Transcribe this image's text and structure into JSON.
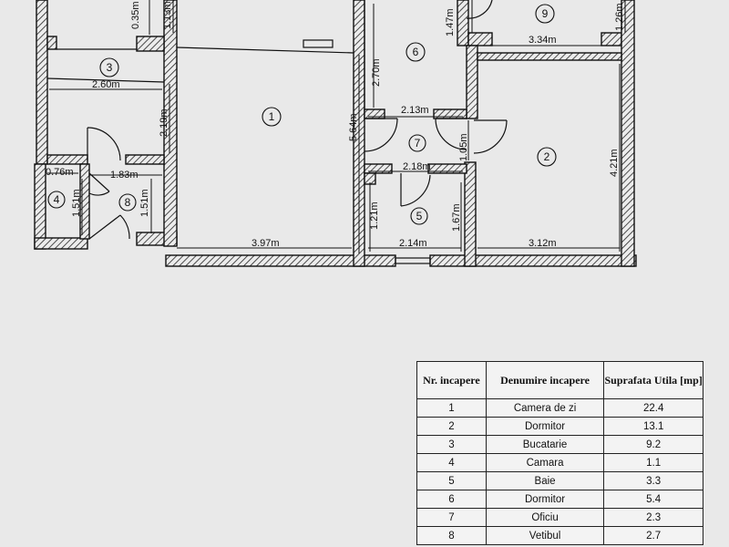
{
  "plan": {
    "dimensions": {
      "d035": "0.35m",
      "d113": "1.13m",
      "d147": "1.47m",
      "d126": "1.26m",
      "d334": "3.34m",
      "d270": "2.70m",
      "d260": "2.60m",
      "d219": "2.19m",
      "d564": "5.64m",
      "d213": "2.13m",
      "d105": "1.05m",
      "d218": "2.18m",
      "d421": "4.21m",
      "d076": "0.76m",
      "d183": "1.83m",
      "d151a": "1.51m",
      "d151b": "1.51m",
      "d121": "1.21m",
      "d167": "1.67m",
      "d397": "3.97m",
      "d214": "2.14m",
      "d312": "3.12m"
    },
    "rooms": [
      "1",
      "2",
      "3",
      "4",
      "5",
      "6",
      "7",
      "8",
      "9"
    ]
  },
  "table": {
    "headers": [
      "Nr. incapere",
      "Denumire incapere",
      "Suprafata Utila [mp]"
    ],
    "rows": [
      {
        "nr": "1",
        "name": "Camera de zi",
        "area": "22.4"
      },
      {
        "nr": "2",
        "name": "Dormitor",
        "area": "13.1"
      },
      {
        "nr": "3",
        "name": "Bucatarie",
        "area": "9.2"
      },
      {
        "nr": "4",
        "name": "Camara",
        "area": "1.1"
      },
      {
        "nr": "5",
        "name": "Baie",
        "area": "3.3"
      },
      {
        "nr": "6",
        "name": "Dormitor",
        "area": "5.4"
      },
      {
        "nr": "7",
        "name": "Oficiu",
        "area": "2.3"
      },
      {
        "nr": "8",
        "name": "Vetibul",
        "area": "2.7"
      }
    ]
  }
}
